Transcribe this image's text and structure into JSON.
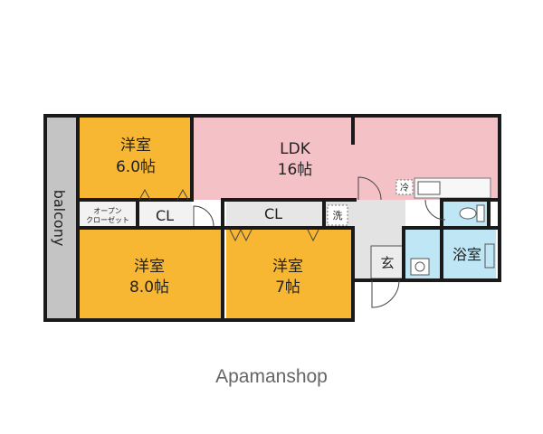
{
  "colors": {
    "wall": "#1a1a1a",
    "balcony": "#c4c4c4",
    "western_room": "#f7b733",
    "ldk": "#f4c1c7",
    "wet_area": "#bfe6f4",
    "hallway": "#e3e3e3",
    "closet": "#f2f2f2"
  },
  "rooms": {
    "balcony": {
      "label": "balcony"
    },
    "western_room_top": {
      "name": "洋室",
      "size": "6.0帖"
    },
    "ldk": {
      "name": "LDK",
      "size": "16帖"
    },
    "open_closet": {
      "line1": "オープン",
      "line2": "クローゼット"
    },
    "closet_left": {
      "label": "CL"
    },
    "closet_middle": {
      "label": "CL"
    },
    "western_room_left": {
      "name": "洋室",
      "size": "8.0帖"
    },
    "western_room_middle": {
      "name": "洋室",
      "size": "7帖"
    },
    "entrance": {
      "label": "玄"
    },
    "bathroom": {
      "label": "浴室"
    },
    "washer_space": {
      "label": "洗"
    },
    "refrigerator_space": {
      "label": "冷"
    }
  },
  "brand": "Apamanshop"
}
